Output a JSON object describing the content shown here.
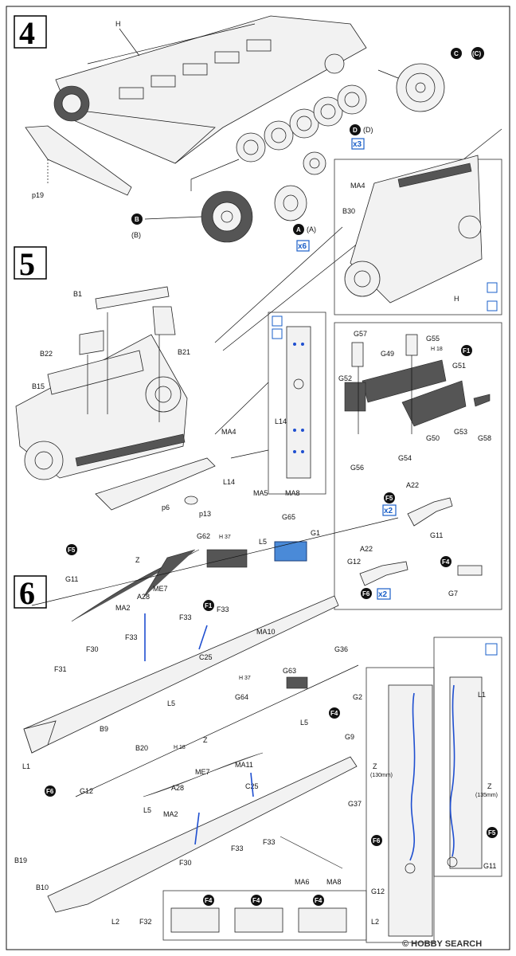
{
  "steps": [
    "4",
    "5",
    "6"
  ],
  "step4": {
    "labels": [
      "H",
      "p19",
      "B",
      "(B)",
      "A",
      "(A)",
      "x6",
      "D",
      "(D)",
      "x3",
      "C",
      "(C)"
    ]
  },
  "step5": {
    "labels": [
      "B1",
      "B22",
      "B21",
      "B15",
      "MA4",
      "L14",
      "p6",
      "p13"
    ],
    "inset_top": [
      "MA4",
      "B30",
      "H"
    ],
    "inset_l14": "L14"
  },
  "step6": {
    "left_labels": [
      "F5",
      "Z",
      "G11",
      "MA2",
      "ME7",
      "A28",
      "F33",
      "F33",
      "F30",
      "F31",
      "C25",
      "L5",
      "B9",
      "B20",
      "L1",
      "G62",
      "H 37",
      "L5",
      "G65",
      "G1",
      "F1",
      "F33",
      "MA10",
      "G36",
      "MA5",
      "MA8"
    ],
    "lower_labels": [
      "G63",
      "H 37",
      "G64",
      "G2",
      "F4",
      "L5",
      "G9",
      "Z",
      "H 18",
      "MA11",
      "F6",
      "G12",
      "A28",
      "ME7",
      "C25",
      "MA2",
      "L5",
      "F33",
      "G37",
      "B19",
      "B10",
      "F30",
      "L2",
      "F32",
      "F33",
      "MA6",
      "MA8",
      "F4",
      "F4",
      "F4"
    ],
    "gun_inset": [
      "G57",
      "G55",
      "H 18",
      "F1",
      "G49",
      "G51",
      "G52",
      "G56",
      "G54",
      "G50",
      "G53",
      "G58",
      "F5",
      "x2",
      "A22",
      "G11",
      "A22",
      "G12",
      "F6",
      "x2",
      "F4",
      "G7"
    ],
    "side_insets": [
      "Z",
      "(130mm)",
      "F6",
      "G12",
      "L2",
      "L1",
      "Z",
      "(135mm)",
      "F5",
      "G11"
    ]
  },
  "watermark": "© HOBBY SEARCH"
}
